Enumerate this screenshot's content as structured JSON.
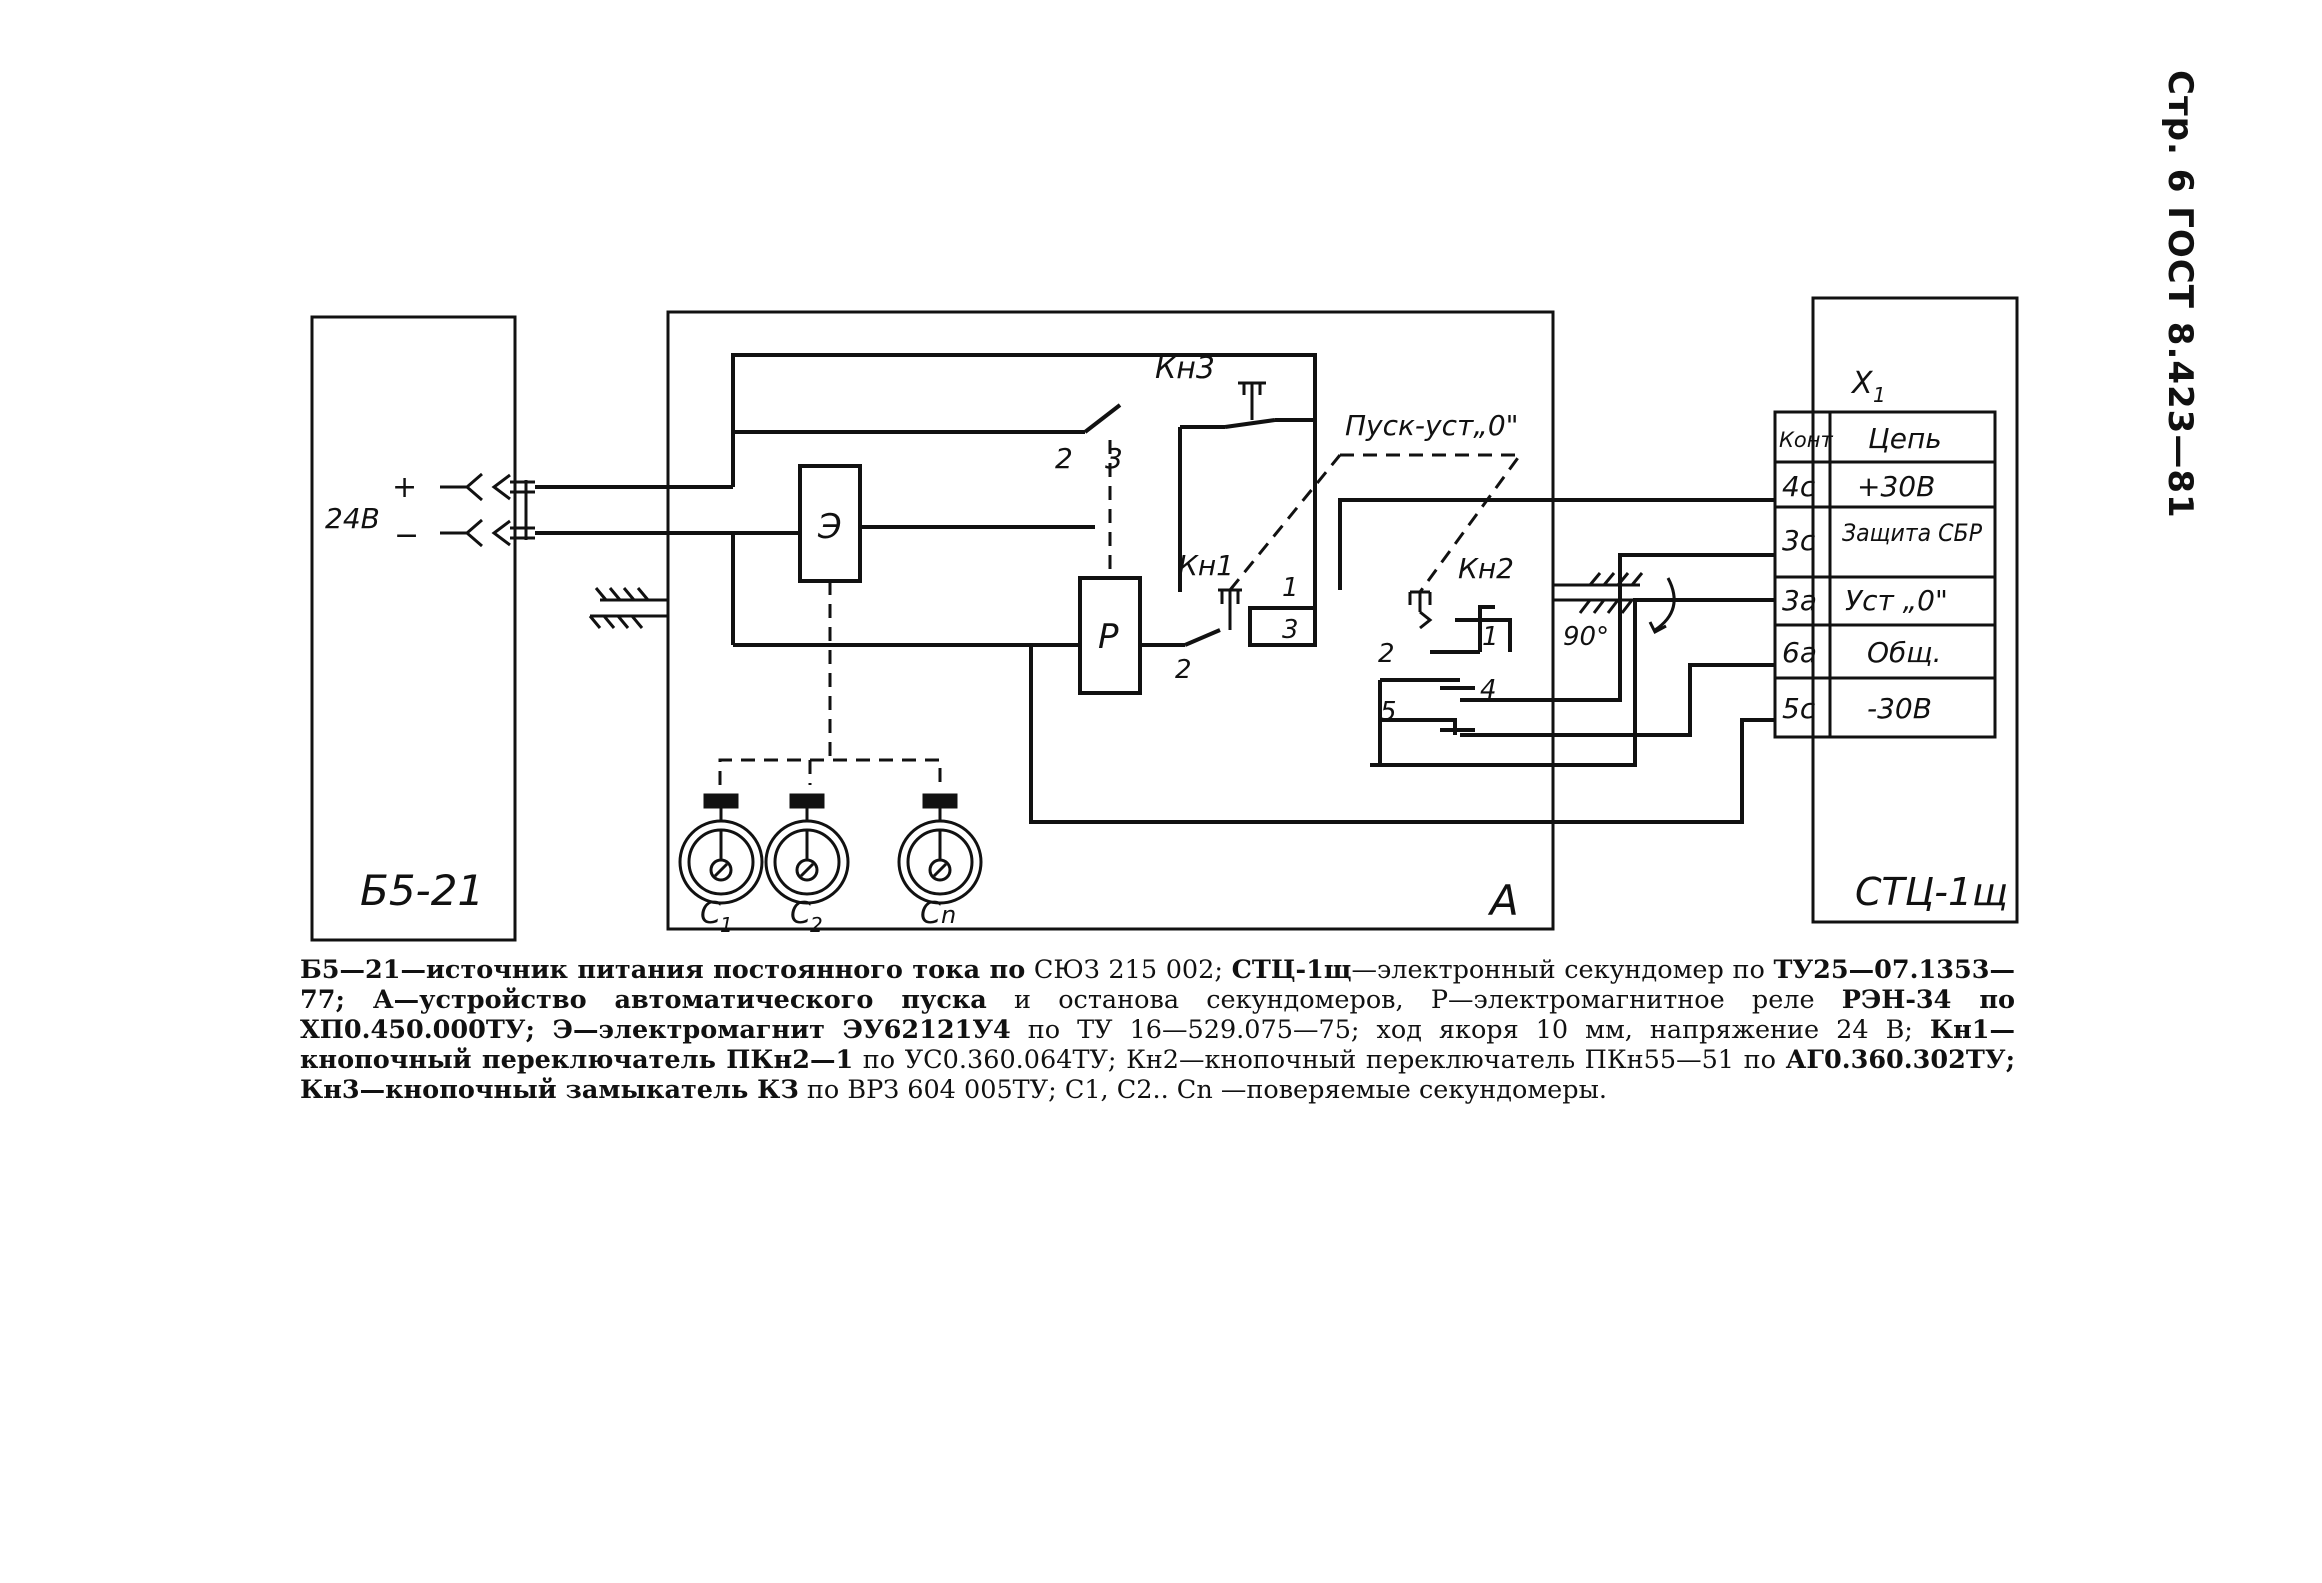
{
  "page_header": "Стр. 6 ГОСТ 8.423—81",
  "blocks": {
    "power_supply": "Б5-21",
    "device": "А",
    "stopwatch_unit": "СТЦ-1щ"
  },
  "supply": {
    "voltage": "24В",
    "plus": "+",
    "minus": "−"
  },
  "components": {
    "electromagnet": "Э",
    "relay": "Р",
    "kn1": "Кн1",
    "kn2": "Кн2",
    "kn3": "Кн3",
    "start_reset": "Пуск-уст„0\"",
    "angle": "90°"
  },
  "terminals": {
    "relay_2": "2",
    "relay_3": "3",
    "kn1_1": "1",
    "kn1_2": "2",
    "kn1_3": "3",
    "kn2_1": "1",
    "kn2_2": "2",
    "kn2_4": "4",
    "kn2_5": "5"
  },
  "stopwatches": [
    {
      "label": "С",
      "sub": "1"
    },
    {
      "label": "С",
      "sub": "2"
    },
    {
      "label": "С",
      "sub": "n"
    }
  ],
  "connector": {
    "title": "X",
    "title_sub": "1",
    "headers": [
      "Конт",
      "Цепь"
    ],
    "rows": [
      {
        "contact": "4с",
        "circuit": "+30В"
      },
      {
        "contact": "3с",
        "circuit": "Защита СБР"
      },
      {
        "contact": "3а",
        "circuit": "Уст „0\""
      },
      {
        "contact": "6а",
        "circuit": "Общ."
      },
      {
        "contact": "5с",
        "circuit": "-30В"
      }
    ]
  },
  "caption": [
    {
      "bold": "Б5—21—источник питания постоянного тока по",
      "text": " СЮЗ 215 002; "
    },
    {
      "bold": "СТЦ-1щ",
      "text": "—электронный секундомер по "
    },
    {
      "bold": "ТУ25—07.1353—77; А—устройство автоматического пуска",
      "text": " и останова секундомеров, Р—электромагнитное реле "
    },
    {
      "bold": "РЭН-34 по ХП0.450.000ТУ; Э—электромагнит ЭУ62121У4",
      "text": " по ТУ 16—529.075—75; ход якоря 10 мм, напряжение 24 В; "
    },
    {
      "bold": "Кн1—кнопочный переключатель ПКн2—1",
      "text": " по УС0.360.064ТУ; Кн2—кнопочный переключатель ПКн55—51 по "
    },
    {
      "bold": "АГ0.360.302ТУ; Кн3—кнопочный замыкатель КЗ",
      "text": " по ВРЗ 604 005ТУ; С1, С2.. Сn —поверяемые секундомеры."
    }
  ]
}
